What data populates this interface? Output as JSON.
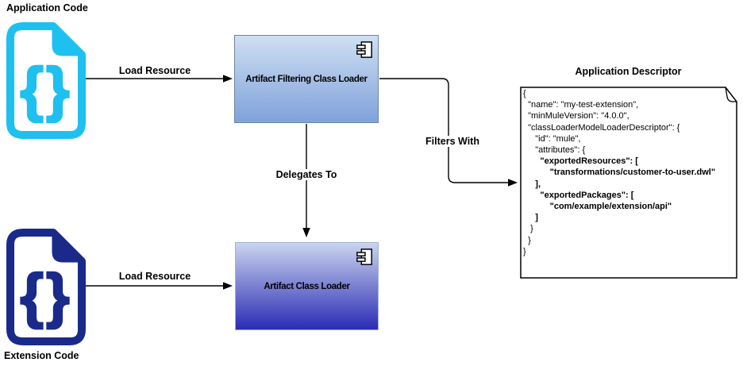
{
  "nodes": {
    "application_code": {
      "label": "Application Code",
      "glyph": "{}"
    },
    "extension_code": {
      "label": "Extension Code",
      "glyph": "{}"
    },
    "filtering_loader": {
      "label": "Artifact Filtering Class Loader"
    },
    "artifact_loader": {
      "label": "Artifact Class Loader"
    },
    "descriptor": {
      "title": "Application Descriptor",
      "json_lines": [
        {
          "text": "{",
          "bold": false
        },
        {
          "text": "  \"name\": \"my-test-extension\",",
          "bold": false
        },
        {
          "text": "  \"minMuleVersion\": \"4.0.0\",",
          "bold": false
        },
        {
          "text": "  \"classLoaderModelLoaderDescriptor\": {",
          "bold": false
        },
        {
          "text": "     \"id\": \"mule\",",
          "bold": false
        },
        {
          "text": "     \"attributes\": {",
          "bold": false
        },
        {
          "text": "       \"exportedResources\": [",
          "bold": true
        },
        {
          "text": "           \"transformations/customer-to-user.dwl\"",
          "bold": true
        },
        {
          "text": "     ],",
          "bold": true
        },
        {
          "text": "       \"exportedPackages\": [",
          "bold": true
        },
        {
          "text": "           \"com/example/extension/api\"",
          "bold": true
        },
        {
          "text": "     ]",
          "bold": true
        },
        {
          "text": "   }",
          "bold": false
        },
        {
          "text": "  }",
          "bold": false
        },
        {
          "text": "}",
          "bold": false
        }
      ]
    }
  },
  "edges": {
    "load_resource_top": {
      "label": "Load Resource"
    },
    "delegates_to": {
      "label": "Delegates To"
    },
    "load_resource_bottom": {
      "label": "Load Resource"
    },
    "filters_with": {
      "label": "Filters With"
    }
  },
  "colors": {
    "app-icon": "#1ec0ef",
    "ext-icon": "#1a2a8a",
    "box1-top": "#cfdff3",
    "box1-bottom": "#7fa2da",
    "box1-border": "#6f84a4",
    "box2-top": "#cbd4f0",
    "box2-bottom": "#2a2cb4",
    "box2-border": "#9fb3d2",
    "line": "#000000"
  }
}
